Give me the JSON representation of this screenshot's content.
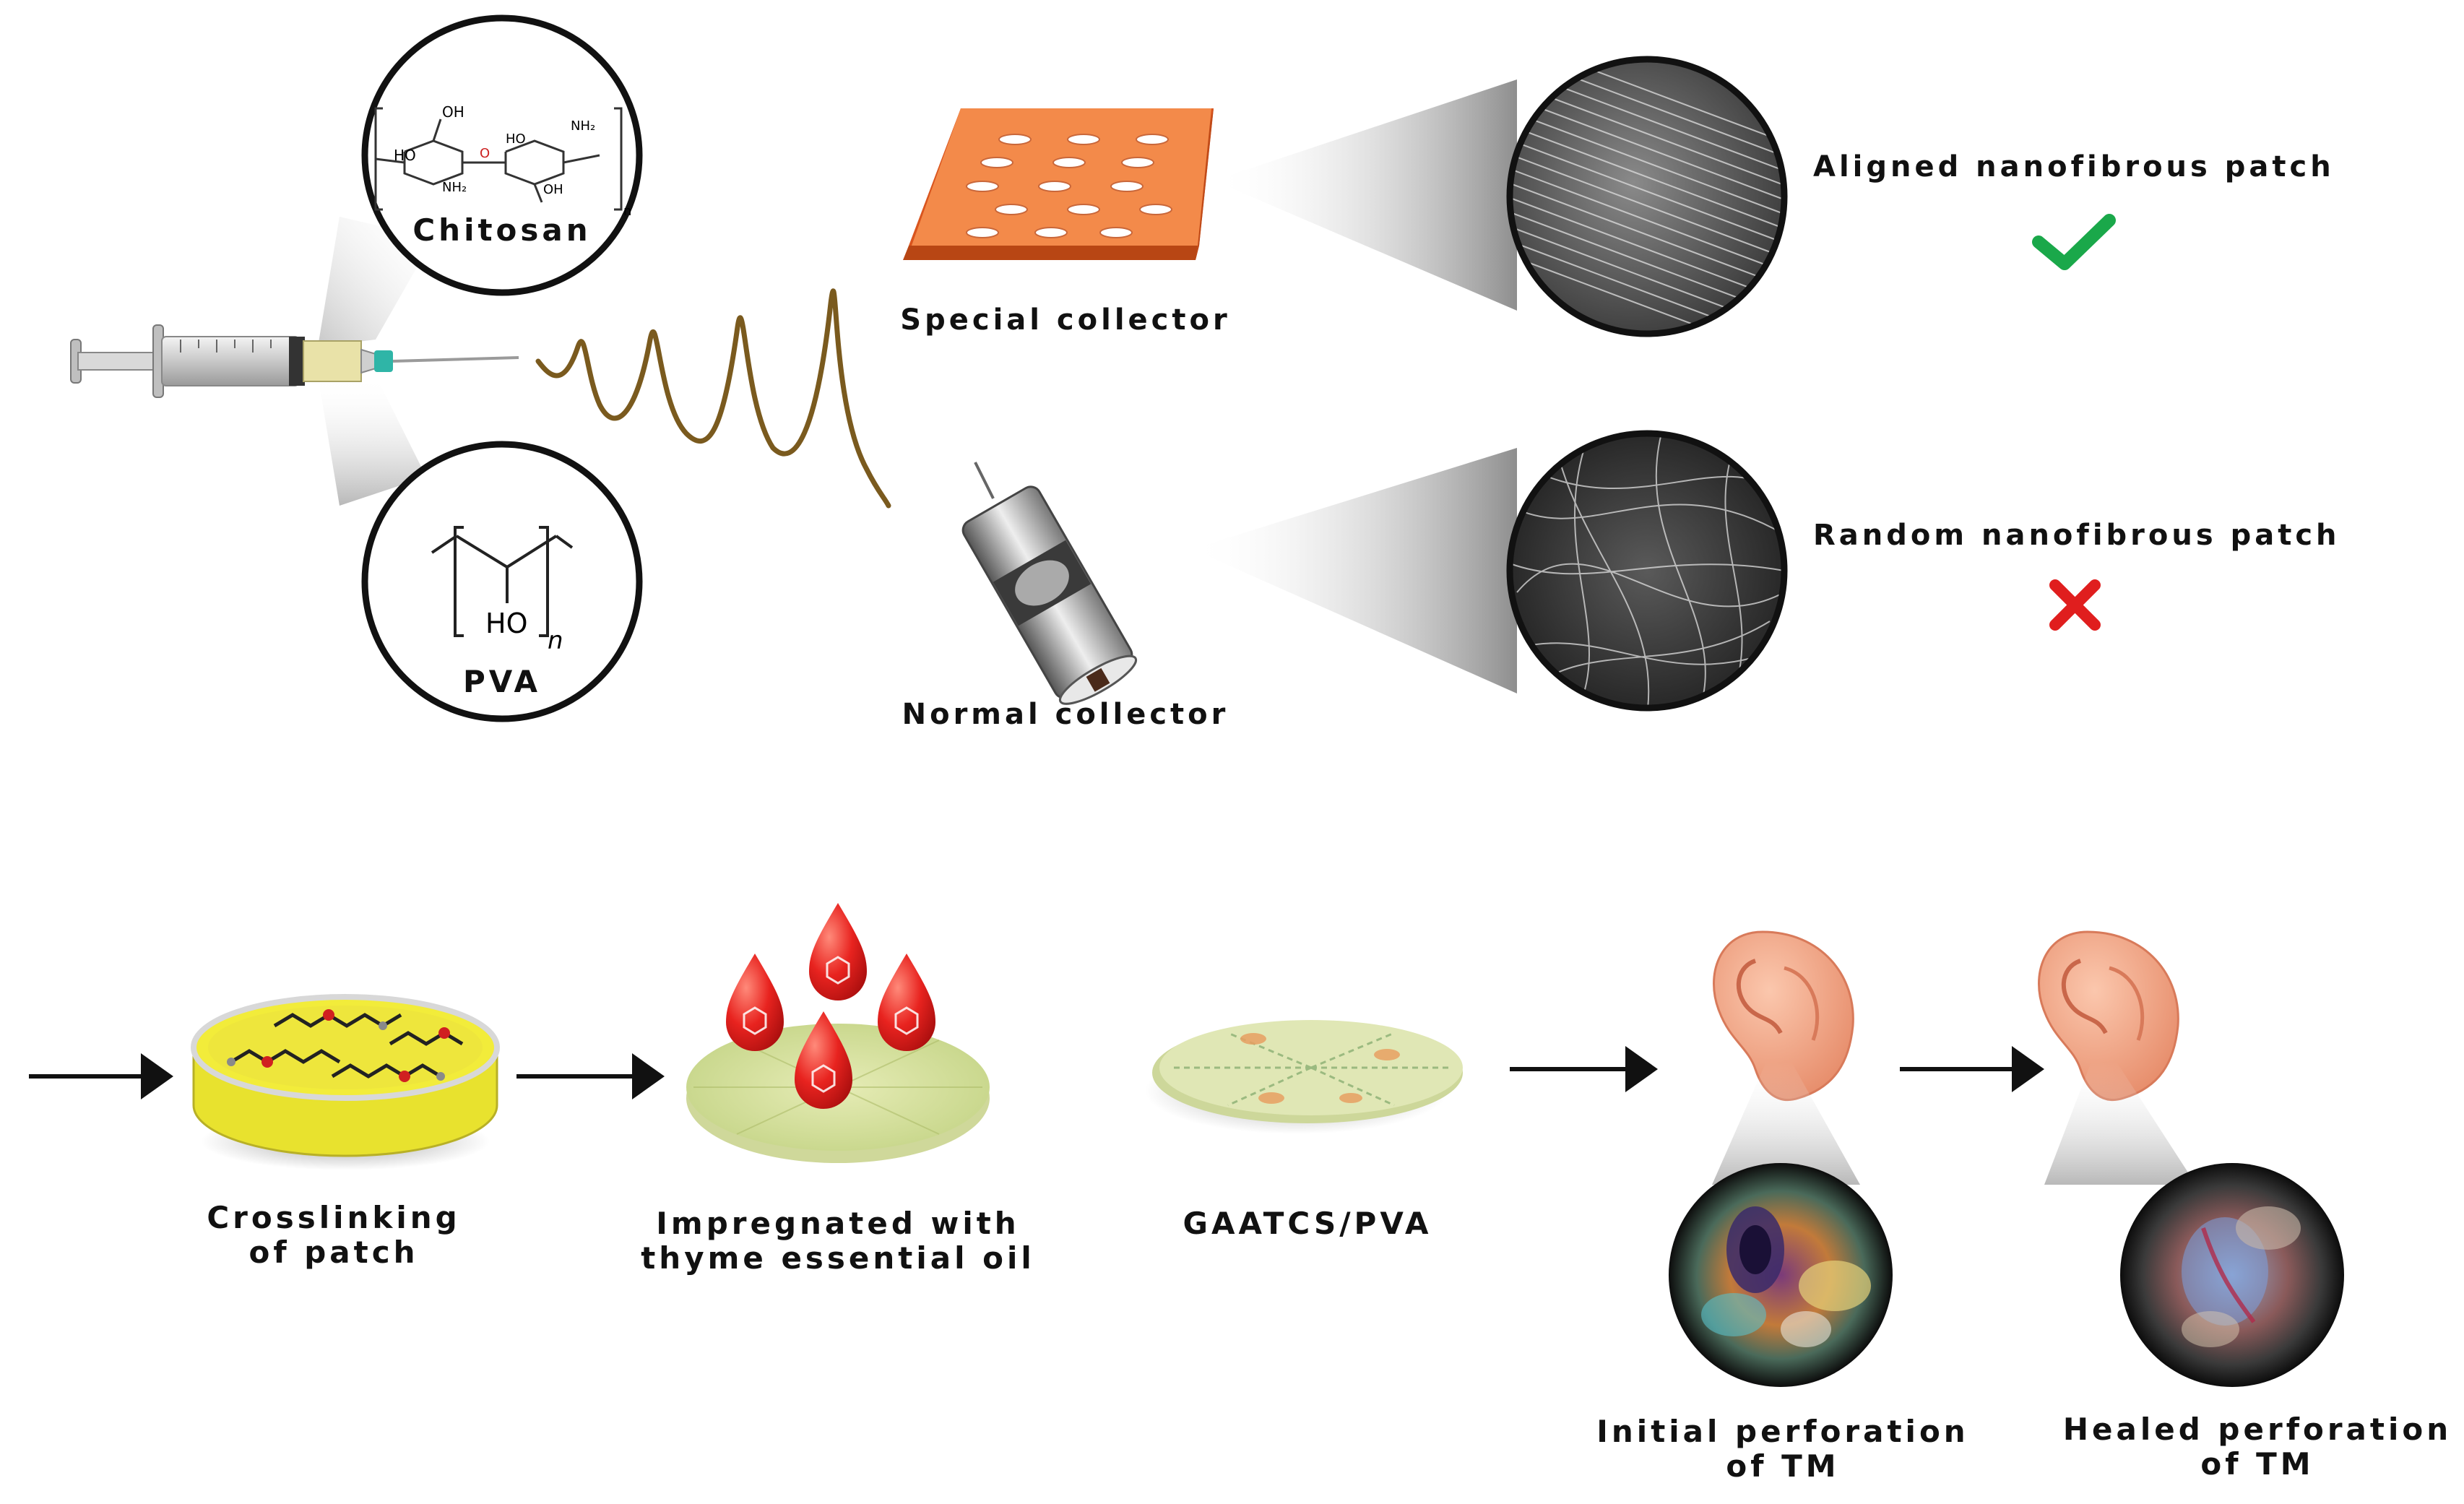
{
  "top": {
    "chitosan_label": "Chitosan",
    "pva_label": "PVA",
    "pva_formula": {
      "group": "HO",
      "subscript": "n"
    },
    "chitosan_formula": {
      "oh": "OH",
      "ho": "HO",
      "nh2": "NH₂",
      "o": "O",
      "n": "n"
    },
    "special_collector_label": "Special collector",
    "normal_collector_label": "Normal collector",
    "aligned_label": "Aligned nanofibrous patch",
    "random_label": "Random nanofibrous patch"
  },
  "bottom": {
    "step1": [
      "Crosslinking",
      "of patch"
    ],
    "step2": [
      "Impregnated with",
      "thyme essential oil"
    ],
    "step3": [
      "GAATCS/PVA"
    ],
    "step4": [
      "Initial perforation",
      "of TM"
    ],
    "step5": [
      "Healed perforation",
      "of TM"
    ]
  },
  "colors": {
    "check": "#1aa84a",
    "cross": "#e01e1e",
    "collector": "#f07a3a",
    "fiber": "#7a5a1e",
    "drop": "#e8231f",
    "dish_liquid": "#ece22a",
    "ear": "#f2a284"
  },
  "icons": [
    "syringe-icon",
    "checkmark-icon",
    "cross-icon",
    "ear-icon",
    "petri-dish-icon",
    "oil-drop-icon"
  ]
}
